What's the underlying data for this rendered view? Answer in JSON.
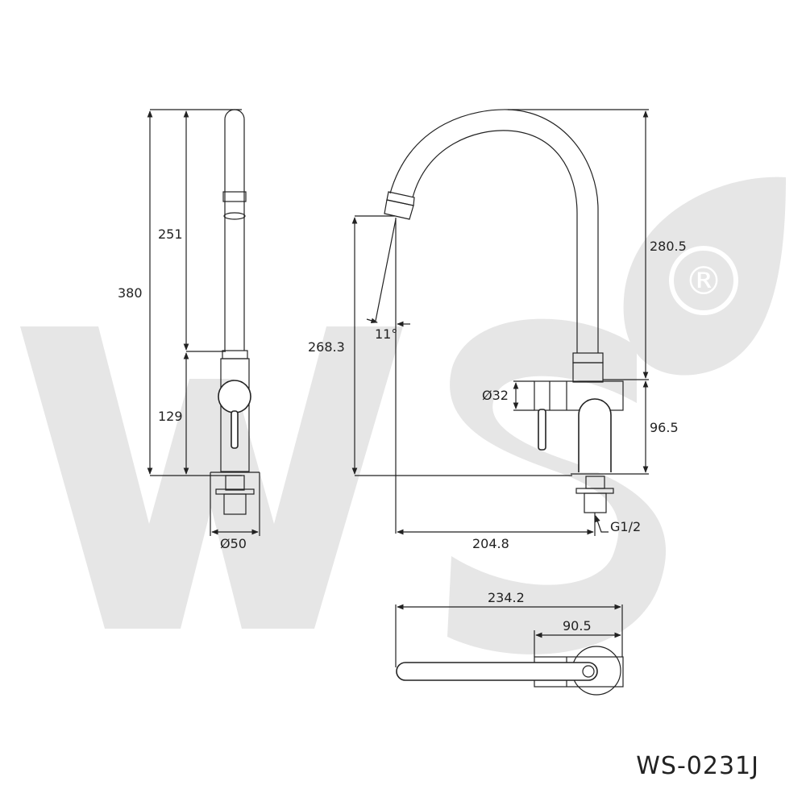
{
  "watermark": {
    "text": "WS",
    "registered_mark": "®",
    "color": "#e6e6e6"
  },
  "model_code": "WS-0231J",
  "dimensions": {
    "side_total_height": "380",
    "side_upper_height": "251",
    "side_lower_height": "129",
    "side_base_diameter": "Ø50",
    "front_spout_height": "268.3",
    "front_spout_angle": "11°",
    "front_arc_height": "280.5",
    "front_body_height": "96.5",
    "front_handle_diameter": "Ø32",
    "front_reach": "204.8",
    "front_thread": "G1/2",
    "top_total_length": "234.2",
    "top_body_length": "90.5"
  },
  "colors": {
    "line": "#222222",
    "background": "#ffffff"
  }
}
